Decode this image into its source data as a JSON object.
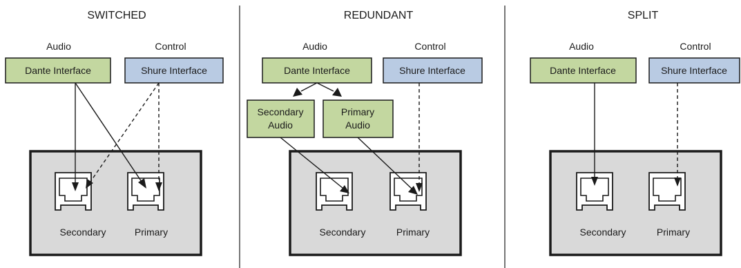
{
  "panels": [
    {
      "title": "SWITCHED",
      "audio_label": "Audio",
      "control_label": "Control",
      "dante": "Dante Interface",
      "shure": "Shure Interface",
      "secondary": "Secondary",
      "primary": "Primary"
    },
    {
      "title": "REDUNDANT",
      "audio_label": "Audio",
      "control_label": "Control",
      "dante": "Dante Interface",
      "shure": "Shure Interface",
      "secondary_audio": [
        "Secondary",
        "Audio"
      ],
      "primary_audio": [
        "Primary",
        "Audio"
      ],
      "secondary": "Secondary",
      "primary": "Primary"
    },
    {
      "title": "SPLIT",
      "audio_label": "Audio",
      "control_label": "Control",
      "dante": "Dante Interface",
      "shure": "Shure Interface",
      "secondary": "Secondary",
      "primary": "Primary"
    }
  ],
  "colors": {
    "audio_box": "#c3d7a0",
    "control_box": "#b9cbe3",
    "enclosure": "#d9d9d9",
    "line": "#1a1a1a"
  }
}
